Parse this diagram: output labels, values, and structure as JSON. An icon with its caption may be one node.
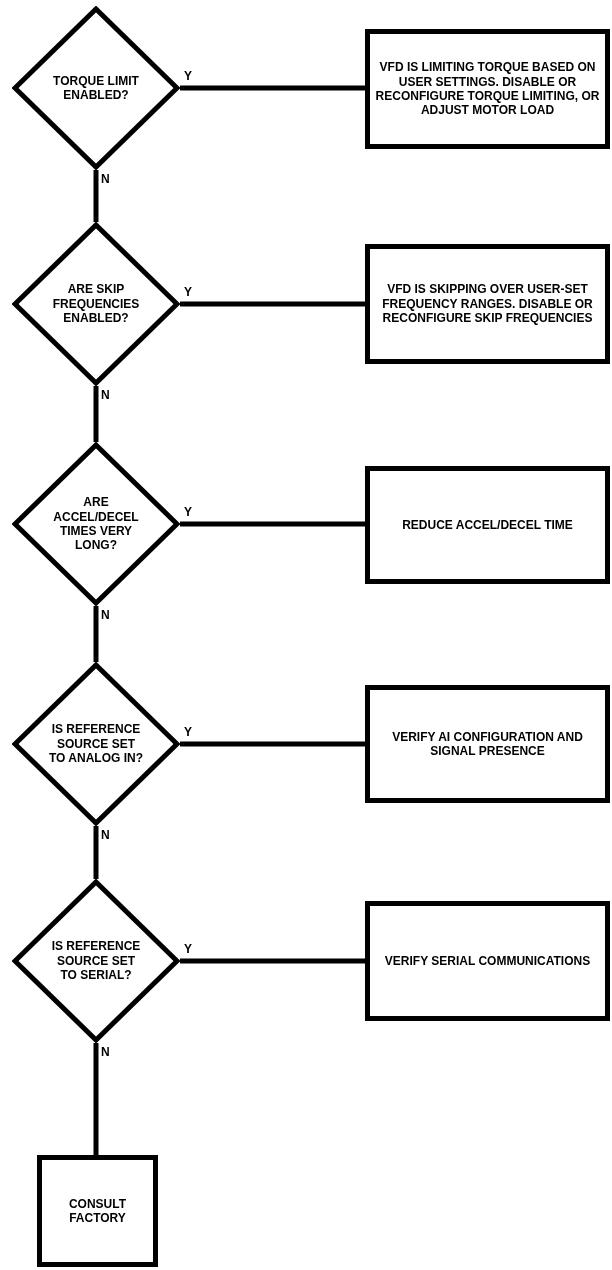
{
  "diagram": {
    "nodes": [
      {
        "text": [
          "TORQUE LIMIT ENABLED?"
        ]
      },
      {
        "text": [
          "VFD IS LIMITING TORQUE BASED ON USER SETTINGS. DISABLE OR RECONFIGURE TORQUE LIMITING, OR ADJUST MOTOR LOAD"
        ]
      },
      {
        "text": [
          "ARE SKIP FREQUENCIES ENABLED?"
        ]
      },
      {
        "text": [
          "VFD IS SKIPPING OVER USER-SET FREQUENCY RANGES. DISABLE OR RECONFIGURE SKIP FREQUENCIES"
        ]
      },
      {
        "text": [
          "ARE ACCEL/DECEL TIMES VERY LONG?"
        ]
      },
      {
        "text": [
          "REDUCE ACCEL/DECEL TIME"
        ]
      },
      {
        "text": [
          "IS REFERENCE SOURCE SET TO ANALOG IN?"
        ]
      },
      {
        "text": [
          "VERIFY AI CONFIGURATION AND SIGNAL PRESENCE"
        ]
      },
      {
        "text": [
          "IS REFERENCE SOURCE SET TO SERIAL?"
        ]
      },
      {
        "text": [
          "VERIFY SERIAL COMMUNICATIONS"
        ]
      },
      {
        "text": [
          "CONSULT FACTORY"
        ]
      }
    ],
    "edges": [
      {
        "from": 0,
        "to": 1,
        "arrow": "none",
        "label": "Y"
      },
      {
        "from": 0,
        "to": 2,
        "arrow": "none",
        "label": "N"
      },
      {
        "from": 2,
        "to": 3,
        "arrow": "none",
        "label": "Y"
      },
      {
        "from": 2,
        "to": 4,
        "arrow": "none",
        "label": "N"
      },
      {
        "from": 4,
        "to": 5,
        "arrow": "none",
        "label": "Y"
      },
      {
        "from": 4,
        "to": 6,
        "arrow": "none",
        "label": "N"
      },
      {
        "from": 6,
        "to": 7,
        "arrow": "none",
        "label": "Y"
      },
      {
        "from": 6,
        "to": 8,
        "arrow": "none",
        "label": "N"
      },
      {
        "from": 8,
        "to": 9,
        "arrow": "none",
        "label": "Y"
      },
      {
        "from": 8,
        "to": 10,
        "arrow": "none",
        "label": "N"
      }
    ]
  }
}
